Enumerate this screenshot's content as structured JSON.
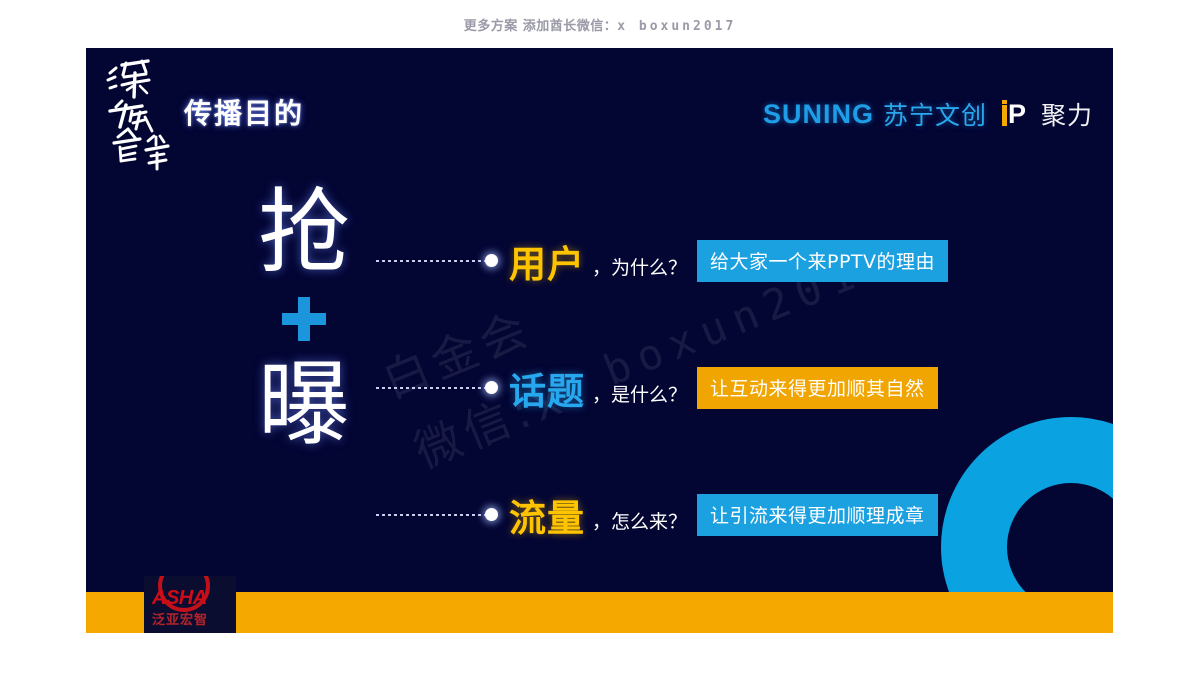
{
  "banner": {
    "prefix": "更多方案 添加酋长微信：",
    "handle": "x boxun2017"
  },
  "slide": {
    "title": "传播目的",
    "brand": {
      "suning_en": "SUNING",
      "suning_cn": "苏宁文创",
      "pp_letter": "P",
      "pp_cn": "聚力"
    },
    "logo": {
      "brush_name": "深夜食堂",
      "footer_logo_word": "ASHA",
      "footer_logo_sub": "泛亚宏智"
    },
    "headline": {
      "char_top": "抢",
      "plus": "+",
      "char_bottom": "曝"
    },
    "rows": [
      {
        "keyword": "用户",
        "keyword_color": "#FFC400",
        "question": "，为什么？",
        "badge": "给大家一个来PPTV的理由",
        "badge_color": "#1BA0E0"
      },
      {
        "keyword": "话题",
        "keyword_color": "#27A8EE",
        "question": "，是什么？",
        "badge": "让互动来得更加顺其自然",
        "badge_color": "#F0A500"
      },
      {
        "keyword": "流量",
        "keyword_color": "#FFC400",
        "question": "，怎么来？",
        "badge": "让引流来得更加顺理成章",
        "badge_color": "#1BA0E0"
      }
    ],
    "watermark": {
      "line1": "白金会",
      "line2": "微信:x",
      "line3": "boxun2017"
    },
    "colors": {
      "background": "#030533",
      "accent_orange": "#F5A800",
      "accent_cyan": "#0aa2e0",
      "accent_yellow": "#FFC400"
    }
  }
}
